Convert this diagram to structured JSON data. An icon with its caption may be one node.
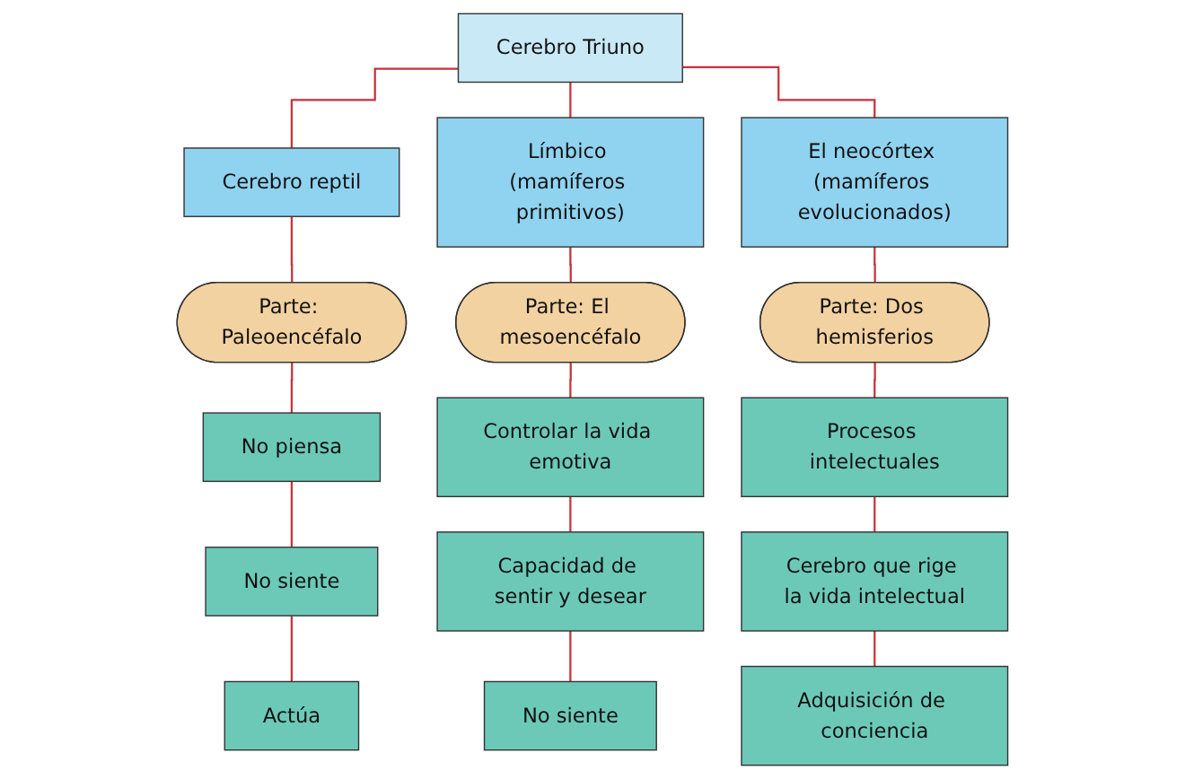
{
  "diagram": {
    "nodes": [
      {
        "text": [
          "Cerebro Triuno"
        ]
      },
      {
        "text": [
          "Cerebro reptil"
        ]
      },
      {
        "text": [
          "Límbico (mamíferos primitivos)"
        ]
      },
      {
        "text": [
          "El neocórtex (mamíferos evolucionados)"
        ]
      },
      {
        "text": [
          "Parte: Paleoencéfalo"
        ]
      },
      {
        "text": [
          "Parte: El mesoencéfalo"
        ]
      },
      {
        "text": [
          "Parte: Dos hemisferios"
        ]
      },
      {
        "text": [
          "No piensa"
        ]
      },
      {
        "text": [
          "No siente"
        ]
      },
      {
        "text": [
          "Actúa"
        ]
      },
      {
        "text": [
          "Controlar la vida emotiva"
        ]
      },
      {
        "text": [
          "Capacidad de sentir y desear"
        ]
      },
      {
        "text": [
          "No siente"
        ]
      },
      {
        "text": [
          "Procesos intelectuales"
        ]
      },
      {
        "text": [
          "Cerebro que rige la vida intelectual"
        ]
      },
      {
        "text": [
          "Adquisición de conciencia"
        ]
      }
    ],
    "edges": [
      {
        "from": 0,
        "to": 1,
        "arrow": "none"
      },
      {
        "from": 0,
        "to": 2,
        "arrow": "none"
      },
      {
        "from": 0,
        "to": 3,
        "arrow": "none"
      },
      {
        "from": 1,
        "to": 4,
        "arrow": "none"
      },
      {
        "from": 4,
        "to": 7,
        "arrow": "none"
      },
      {
        "from": 7,
        "to": 8,
        "arrow": "none"
      },
      {
        "from": 8,
        "to": 9,
        "arrow": "none"
      },
      {
        "from": 2,
        "to": 5,
        "arrow": "none"
      },
      {
        "from": 5,
        "to": 10,
        "arrow": "none"
      },
      {
        "from": 10,
        "to": 11,
        "arrow": "none"
      },
      {
        "from": 11,
        "to": 12,
        "arrow": "none"
      },
      {
        "from": 3,
        "to": 6,
        "arrow": "none"
      },
      {
        "from": 6,
        "to": 13,
        "arrow": "none"
      },
      {
        "from": 13,
        "to": 14,
        "arrow": "none"
      },
      {
        "from": 14,
        "to": 15,
        "arrow": "none"
      }
    ]
  }
}
